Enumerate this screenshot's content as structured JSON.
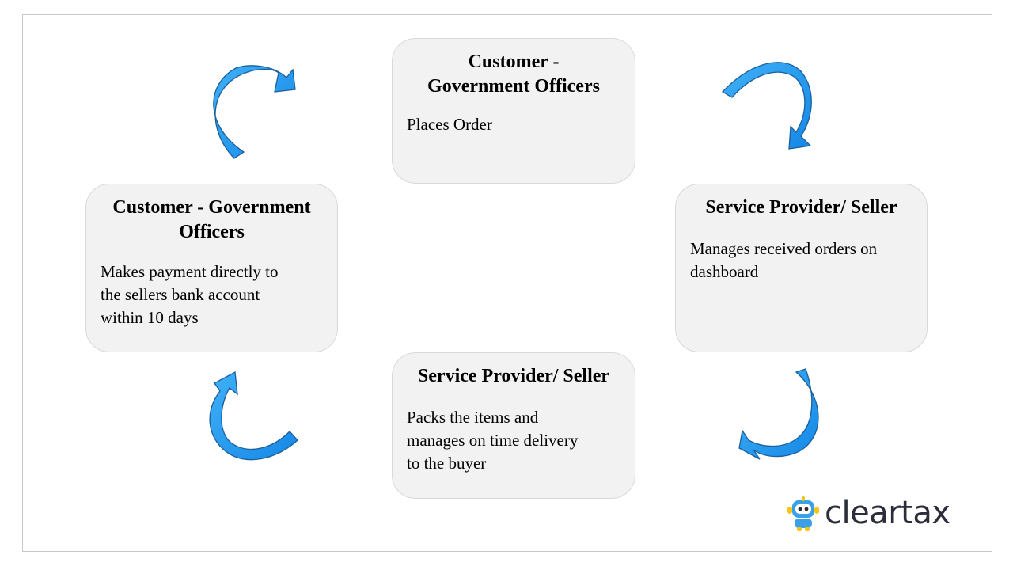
{
  "nodes": [
    {
      "title": "Customer -\nGovernment Officers",
      "body": "Places Order"
    },
    {
      "title": "Service Provider/ Seller",
      "body": "Manages received orders on\ndashboard"
    },
    {
      "title": "Service Provider/ Seller",
      "body": "Packs the items and\nmanages on time delivery\nto  the buyer"
    },
    {
      "title": "Customer - Government\nOfficers",
      "body": "Makes payment directly to\nthe sellers bank account\nwithin 10 days"
    }
  ],
  "brand": {
    "name": "cleartax"
  },
  "colors": {
    "arrow_fill": "#1e9bf0",
    "arrow_stroke": "#1c5f9c",
    "node_fill": "#f2f2f2"
  }
}
